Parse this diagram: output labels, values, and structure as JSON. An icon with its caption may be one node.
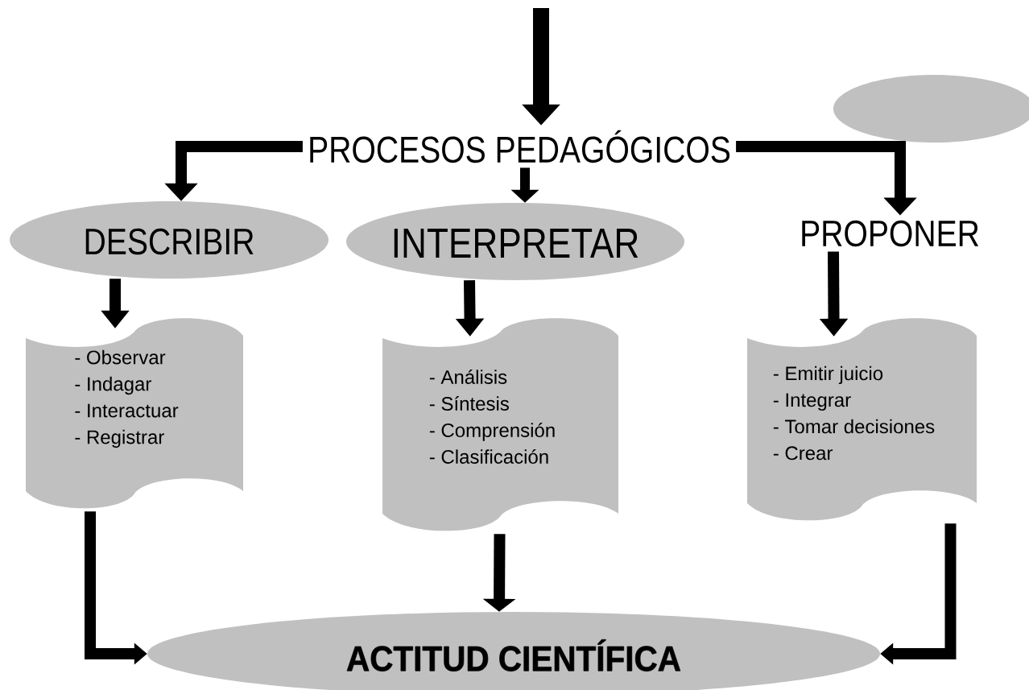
{
  "diagram": {
    "nodes": [
      {
        "text": [
          "PROCESOS PEDAGÓGICOS"
        ]
      },
      {
        "text": [],
        "shape": "ellipse"
      },
      {
        "text": [
          "DESCRIBIR"
        ]
      },
      {
        "text": [
          "INTERPRETAR"
        ]
      },
      {
        "text": [
          "PROPONER"
        ]
      },
      {
        "text": [
          "- Observar",
          "- Indagar",
          "- Interactuar",
          "- Registrar"
        ]
      },
      {
        "text": [
          "- Análisis",
          "- Síntesis",
          "- Comprensión",
          "- Clasificación"
        ]
      },
      {
        "text": [
          "- Emitir juicio",
          "- Integrar",
          "- Tomar decisiones",
          "- Crear"
        ]
      },
      {
        "text": [
          "ACTITUD CIENTÍFICA"
        ]
      }
    ],
    "edges": [
      {
        "from": null,
        "to": 0,
        "arrow": "to"
      },
      {
        "from": 0,
        "to": 2,
        "arrow": "to"
      },
      {
        "from": 0,
        "to": 3,
        "arrow": "to"
      },
      {
        "from": 0,
        "to": 4,
        "arrow": "to"
      },
      {
        "from": 2,
        "to": 5,
        "arrow": "to"
      },
      {
        "from": 3,
        "to": 6,
        "arrow": "to"
      },
      {
        "from": 4,
        "to": 7,
        "arrow": "to"
      },
      {
        "from": 6,
        "to": 8,
        "arrow": "to"
      },
      {
        "from": 5,
        "to": 8,
        "arrow": "to"
      },
      {
        "from": 7,
        "to": 8,
        "arrow": "to"
      }
    ]
  }
}
